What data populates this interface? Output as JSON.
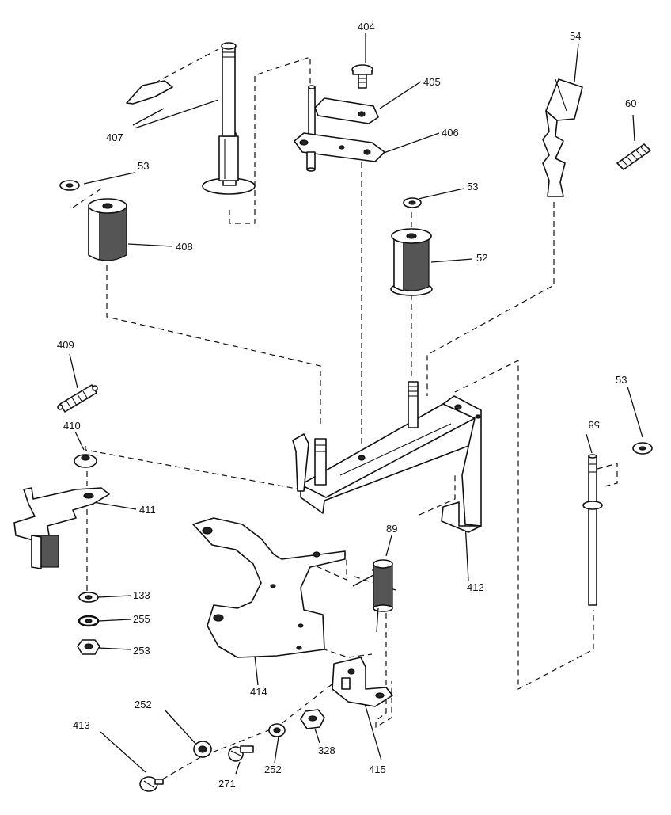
{
  "callouts": [
    {
      "id": "404",
      "text": "404"
    },
    {
      "id": "405",
      "text": "405"
    },
    {
      "id": "406",
      "text": "406"
    },
    {
      "id": "407",
      "text": "407"
    },
    {
      "id": "408",
      "text": "408"
    },
    {
      "id": "409",
      "text": "409"
    },
    {
      "id": "410",
      "text": "410"
    },
    {
      "id": "411",
      "text": "411"
    },
    {
      "id": "412",
      "text": "412"
    },
    {
      "id": "413",
      "text": "413"
    },
    {
      "id": "414",
      "text": "414"
    },
    {
      "id": "415",
      "text": "415"
    },
    {
      "id": "52",
      "text": "52"
    },
    {
      "id": "53a",
      "text": "53"
    },
    {
      "id": "53b",
      "text": "53"
    },
    {
      "id": "53c",
      "text": "53"
    },
    {
      "id": "54",
      "text": "54"
    },
    {
      "id": "58",
      "text": "58"
    },
    {
      "id": "60",
      "text": "60"
    },
    {
      "id": "89",
      "text": "89"
    },
    {
      "id": "133",
      "text": "133"
    },
    {
      "id": "252a",
      "text": "252"
    },
    {
      "id": "252b",
      "text": "252"
    },
    {
      "id": "253",
      "text": "253"
    },
    {
      "id": "255",
      "text": "255"
    },
    {
      "id": "271",
      "text": "271"
    },
    {
      "id": "328",
      "text": "328"
    }
  ]
}
